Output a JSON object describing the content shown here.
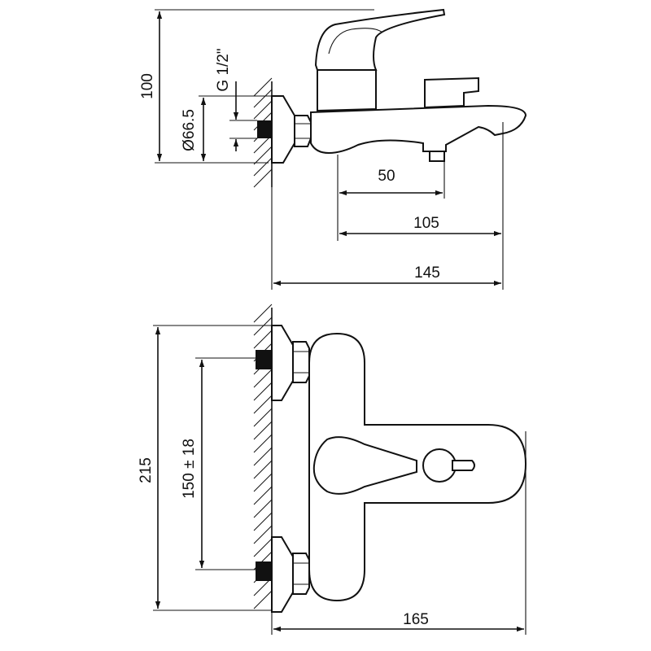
{
  "dimensions": {
    "height_100": "100",
    "thread": "G 1/2\"",
    "diameter": "Ø66.5",
    "d50": "50",
    "d105": "105",
    "d145": "145",
    "height_215": "215",
    "spacing": "150 ± 18",
    "d165": "165"
  }
}
